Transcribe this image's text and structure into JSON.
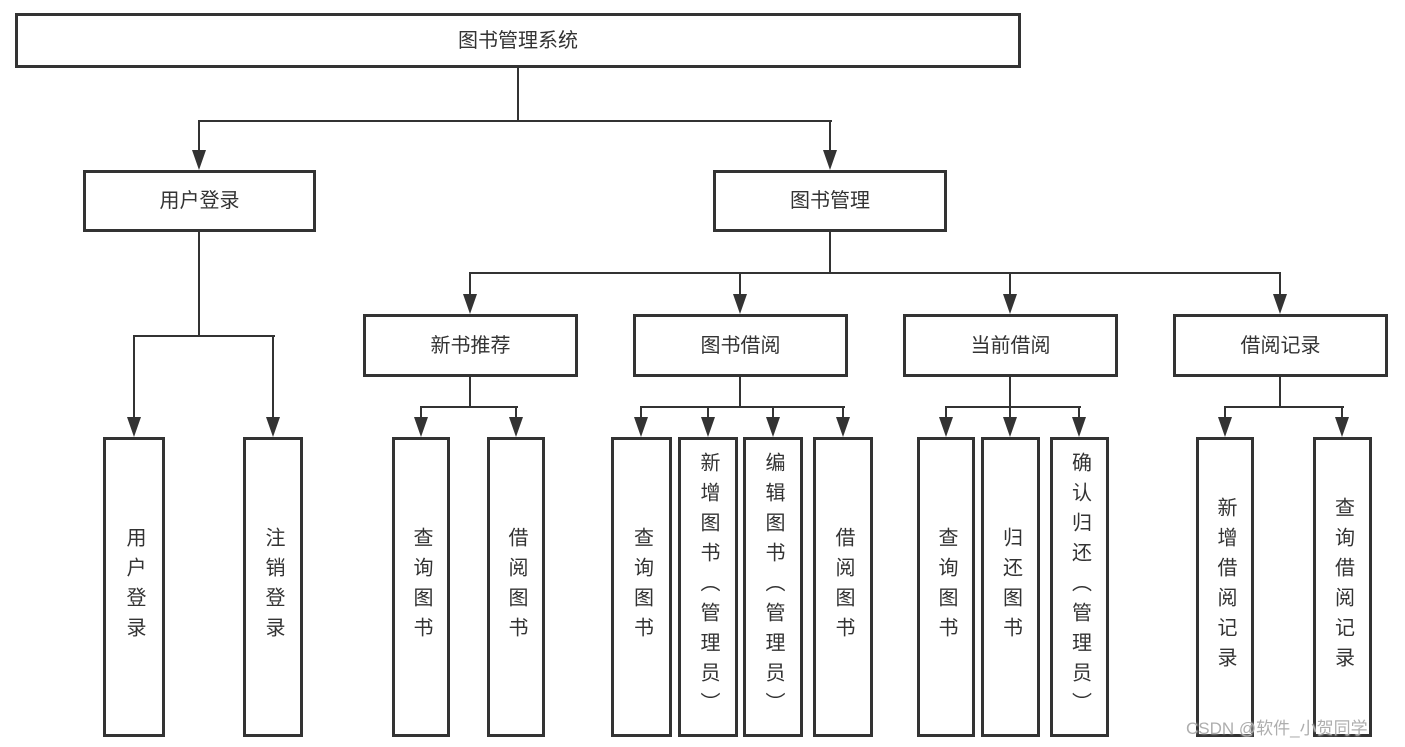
{
  "root": {
    "label": "图书管理系统"
  },
  "level2": {
    "user_login": {
      "label": "用户登录"
    },
    "book_management": {
      "label": "图书管理"
    }
  },
  "level3": {
    "new_book_recommend": {
      "label": "新书推荐"
    },
    "book_borrowing": {
      "label": "图书借阅"
    },
    "current_borrowing": {
      "label": "当前借阅"
    },
    "borrowing_records": {
      "label": "借阅记录"
    }
  },
  "leaves": {
    "user_login": [
      "用户登录",
      "注销登录"
    ],
    "new_book_recommend": [
      "查询图书",
      "借阅图书"
    ],
    "book_borrowing": [
      "查询图书",
      "新增图书（管理员）",
      "编辑图书（管理员）",
      "借阅图书"
    ],
    "current_borrowing": [
      "查询图书",
      "归还图书",
      "确认归还（管理员）"
    ],
    "borrowing_records": [
      "新增借阅记录",
      "查询借阅记录"
    ]
  },
  "watermark": "CSDN @软件_小贺同学",
  "colors": {
    "line": "#333333",
    "box_border": "#333333",
    "text": "#333333",
    "watermark": "#aeaeae",
    "background": "#ffffff"
  }
}
